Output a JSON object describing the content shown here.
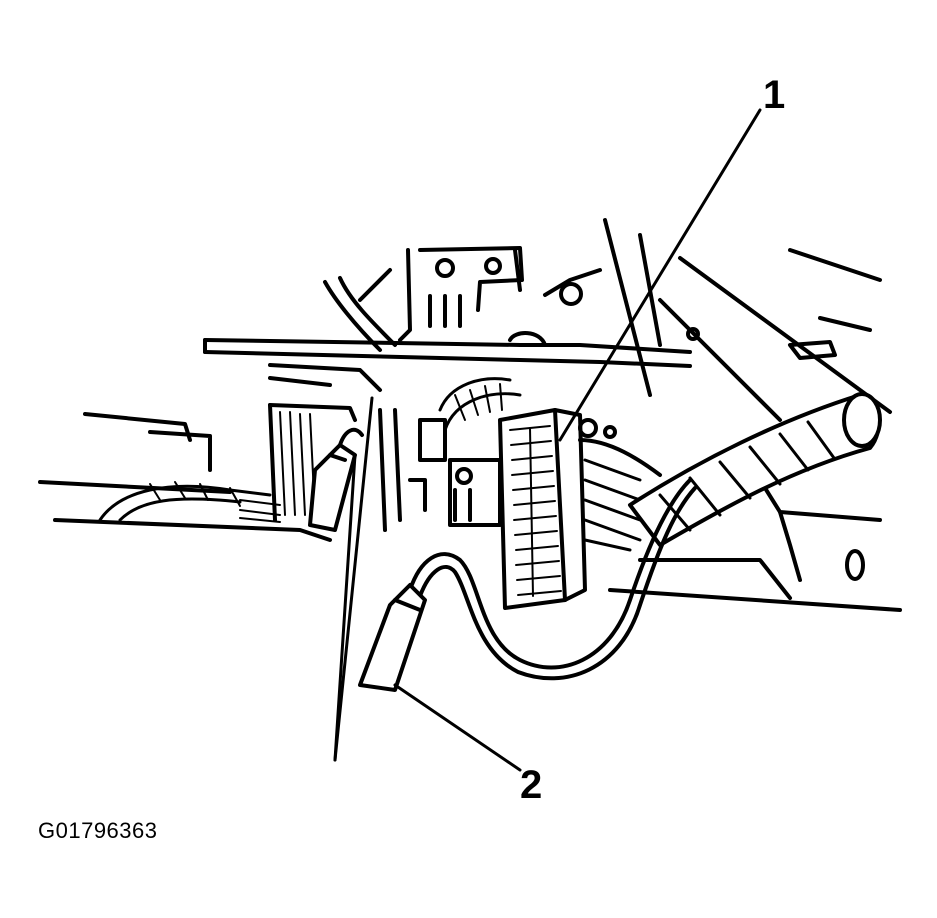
{
  "callouts": [
    {
      "label": "1",
      "part": "connector"
    },
    {
      "label": "2",
      "part": "test-lead"
    }
  ],
  "figure_id": "G01796363",
  "colors": {
    "ink": "#000000",
    "background": "#ffffff"
  }
}
